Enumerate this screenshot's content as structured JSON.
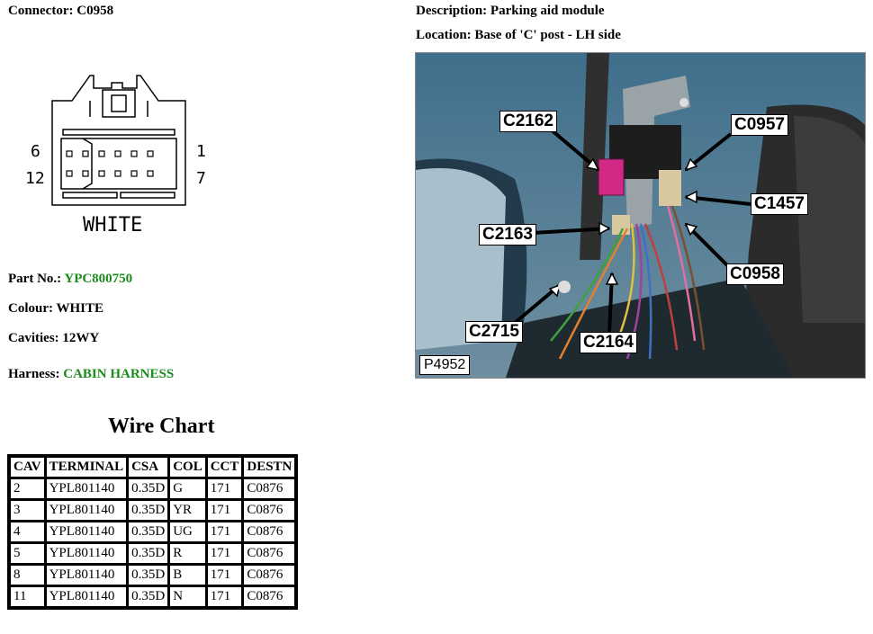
{
  "header": {
    "connector_label": "Connector: C0958",
    "description_label": "Description: Parking aid module",
    "location_label": "Location: Base of 'C' post - LH side"
  },
  "drawing": {
    "pin_left_top": "6",
    "pin_left_bottom": "12",
    "pin_right_top": "1",
    "pin_right_bottom": "7",
    "colour_caption": "WHITE"
  },
  "details": {
    "part_no_label": "Part No.:",
    "part_no_value": "YPC800750",
    "colour": "Colour: WHITE",
    "cavities": "Cavities: 12WY",
    "harness_label": "Harness:",
    "harness_value": "CABIN HARNESS"
  },
  "wire_chart": {
    "title": "Wire Chart",
    "columns": [
      "CAV",
      "TERMINAL",
      "CSA",
      "COL",
      "CCT",
      "DESTN"
    ],
    "rows": [
      [
        "2",
        "YPL801140",
        "0.35D",
        "G",
        "171",
        "C0876"
      ],
      [
        "3",
        "YPL801140",
        "0.35D",
        "YR",
        "171",
        "C0876"
      ],
      [
        "4",
        "YPL801140",
        "0.35D",
        "UG",
        "171",
        "C0876"
      ],
      [
        "5",
        "YPL801140",
        "0.35D",
        "R",
        "171",
        "C0876"
      ],
      [
        "8",
        "YPL801140",
        "0.35D",
        "B",
        "171",
        "C0876"
      ],
      [
        "11",
        "YPL801140",
        "0.35D",
        "N",
        "171",
        "C0876"
      ]
    ]
  },
  "photo": {
    "callouts": [
      "C2162",
      "C0957",
      "C1457",
      "C2163",
      "C0958",
      "C2715",
      "C2164"
    ],
    "photo_id": "P4952"
  }
}
